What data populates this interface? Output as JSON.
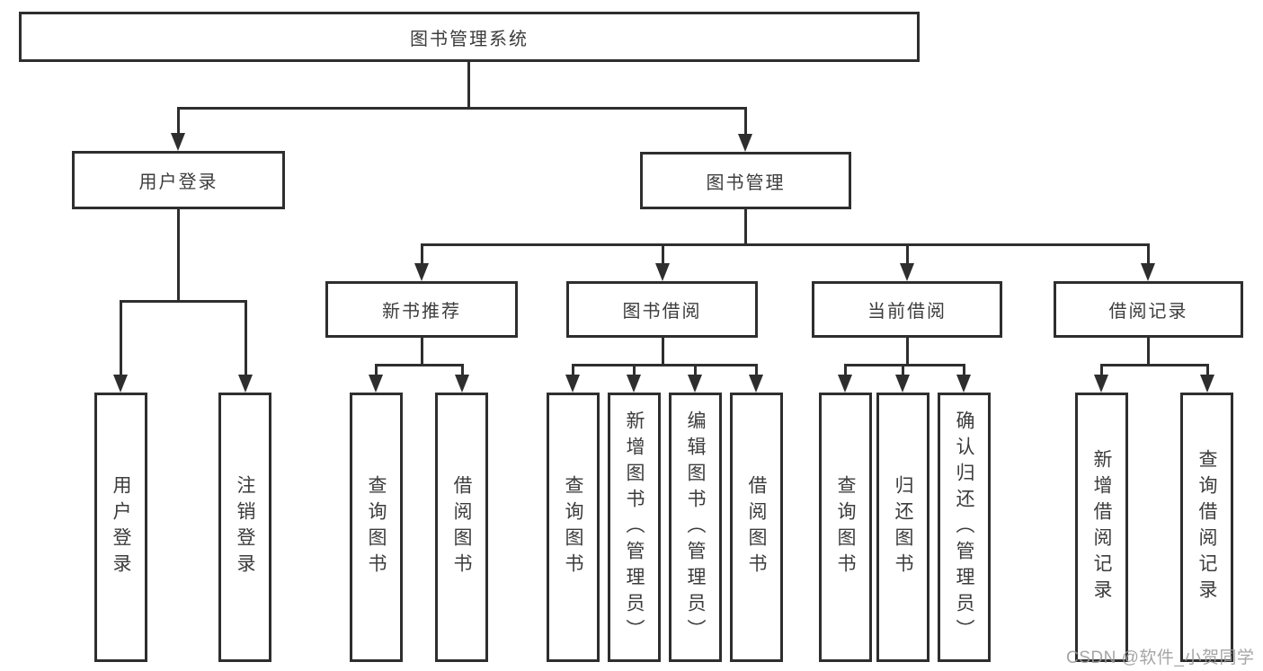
{
  "diagram": {
    "root": {
      "label": "图书管理系统"
    },
    "level2": [
      {
        "label": "用户登录"
      },
      {
        "label": "图书管理"
      }
    ],
    "level3": [
      {
        "label": "新书推荐"
      },
      {
        "label": "图书借阅"
      },
      {
        "label": "当前借阅"
      },
      {
        "label": "借阅记录"
      }
    ],
    "leaves": {
      "user_login": [
        {
          "label": "用户登录"
        },
        {
          "label": "注销登录"
        }
      ],
      "new_book_recommend": [
        {
          "label": "查询图书"
        },
        {
          "label": "借阅图书"
        }
      ],
      "book_borrowing": [
        {
          "label": "查询图书"
        },
        {
          "label": "新增图书（管理员）"
        },
        {
          "label": "编辑图书（管理员）"
        },
        {
          "label": "借阅图书"
        }
      ],
      "current_borrowing": [
        {
          "label": "查询图书"
        },
        {
          "label": "归还图书"
        },
        {
          "label": "确认归还（管理员）"
        }
      ],
      "borrowing_records": [
        {
          "label": "新增借阅记录"
        },
        {
          "label": "查询借阅记录"
        }
      ]
    },
    "colors": {
      "line": "#2e2e2e",
      "text": "#3c3c3c",
      "background": "#ffffff",
      "watermark": "#9c9ca0"
    }
  },
  "watermark": {
    "text": "CSDN @软件_小贺同学"
  }
}
